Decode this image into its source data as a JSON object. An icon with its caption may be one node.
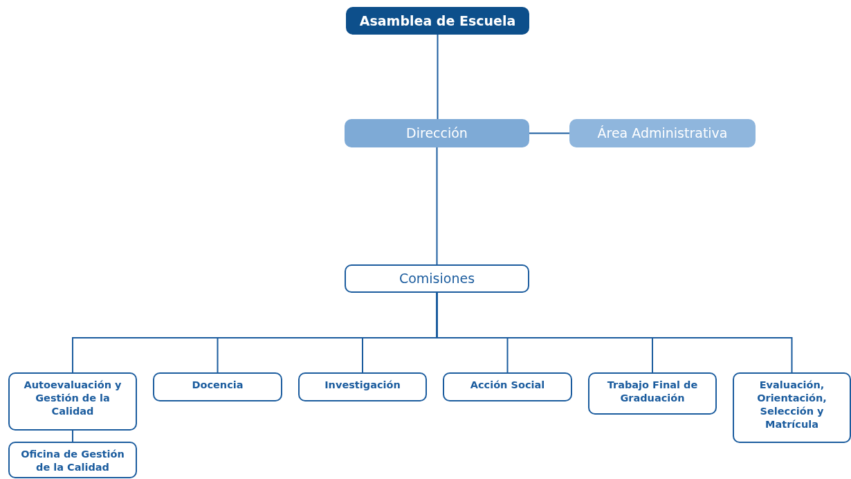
{
  "diagram": {
    "nodes": [
      {
        "text": [
          "Asamblea de Escuela"
        ]
      },
      {
        "text": [
          "Dirección"
        ]
      },
      {
        "text": [
          "Área Administrativa"
        ]
      },
      {
        "text": [
          "Comisiones"
        ]
      },
      {
        "text": [
          "Autoevaluación y Gestión de la Calidad"
        ]
      },
      {
        "text": [
          "Docencia"
        ]
      },
      {
        "text": [
          "Investigación"
        ]
      },
      {
        "text": [
          "Acción Social"
        ]
      },
      {
        "text": [
          "Trabajo Final de Graduación"
        ]
      },
      {
        "text": [
          "Evaluación, Orientación, Selección y Matrícula"
        ]
      },
      {
        "text": [
          "Oficina de Gestión de la Calidad"
        ]
      }
    ],
    "edges": [
      {
        "from": 0,
        "to": 1,
        "arrow": "none"
      },
      {
        "from": 1,
        "to": 2,
        "arrow": "none"
      },
      {
        "from": 1,
        "to": 3,
        "arrow": "none"
      },
      {
        "from": 3,
        "to": 4,
        "arrow": "none"
      },
      {
        "from": 3,
        "to": 5,
        "arrow": "none"
      },
      {
        "from": 3,
        "to": 6,
        "arrow": "none"
      },
      {
        "from": 3,
        "to": 7,
        "arrow": "none"
      },
      {
        "from": 3,
        "to": 8,
        "arrow": "none"
      },
      {
        "from": 3,
        "to": 9,
        "arrow": "none"
      },
      {
        "from": 4,
        "to": 10,
        "arrow": "none"
      }
    ]
  }
}
